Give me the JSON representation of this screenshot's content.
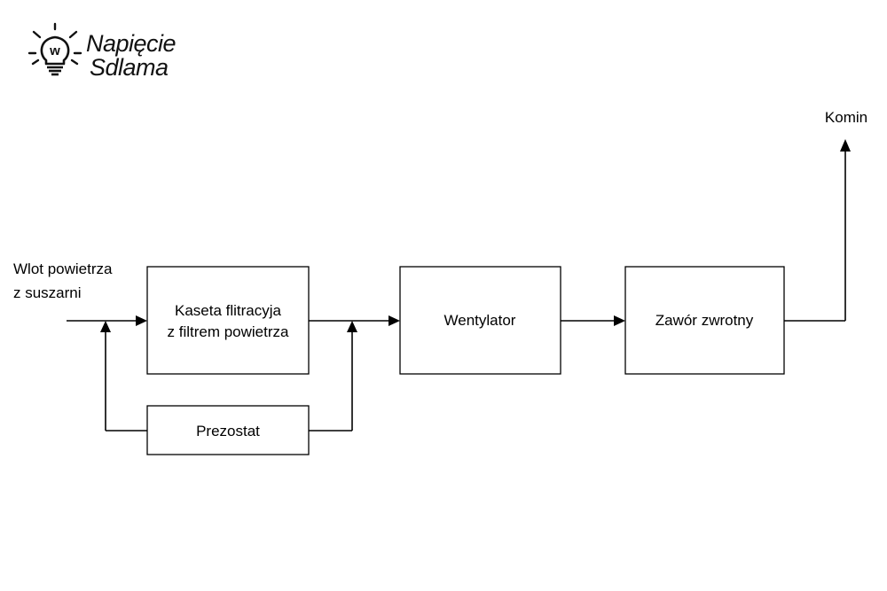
{
  "logo": {
    "line1": "Napięcie",
    "line2": "Sdlama",
    "bulb_letter": "w"
  },
  "diagram": {
    "inlet_label": [
      "Wlot powietrza",
      "z suszarni"
    ],
    "filter_label": [
      "Kaseta flitracyja",
      "z filtrem powietrza"
    ],
    "pressure_switch_label": "Prezostat",
    "fan_label": "Wentylator",
    "check_valve_label": "Zawór zwrotny",
    "chimney_label": "Komin"
  },
  "colors": {
    "stroke": "#000000",
    "background": "#ffffff"
  }
}
